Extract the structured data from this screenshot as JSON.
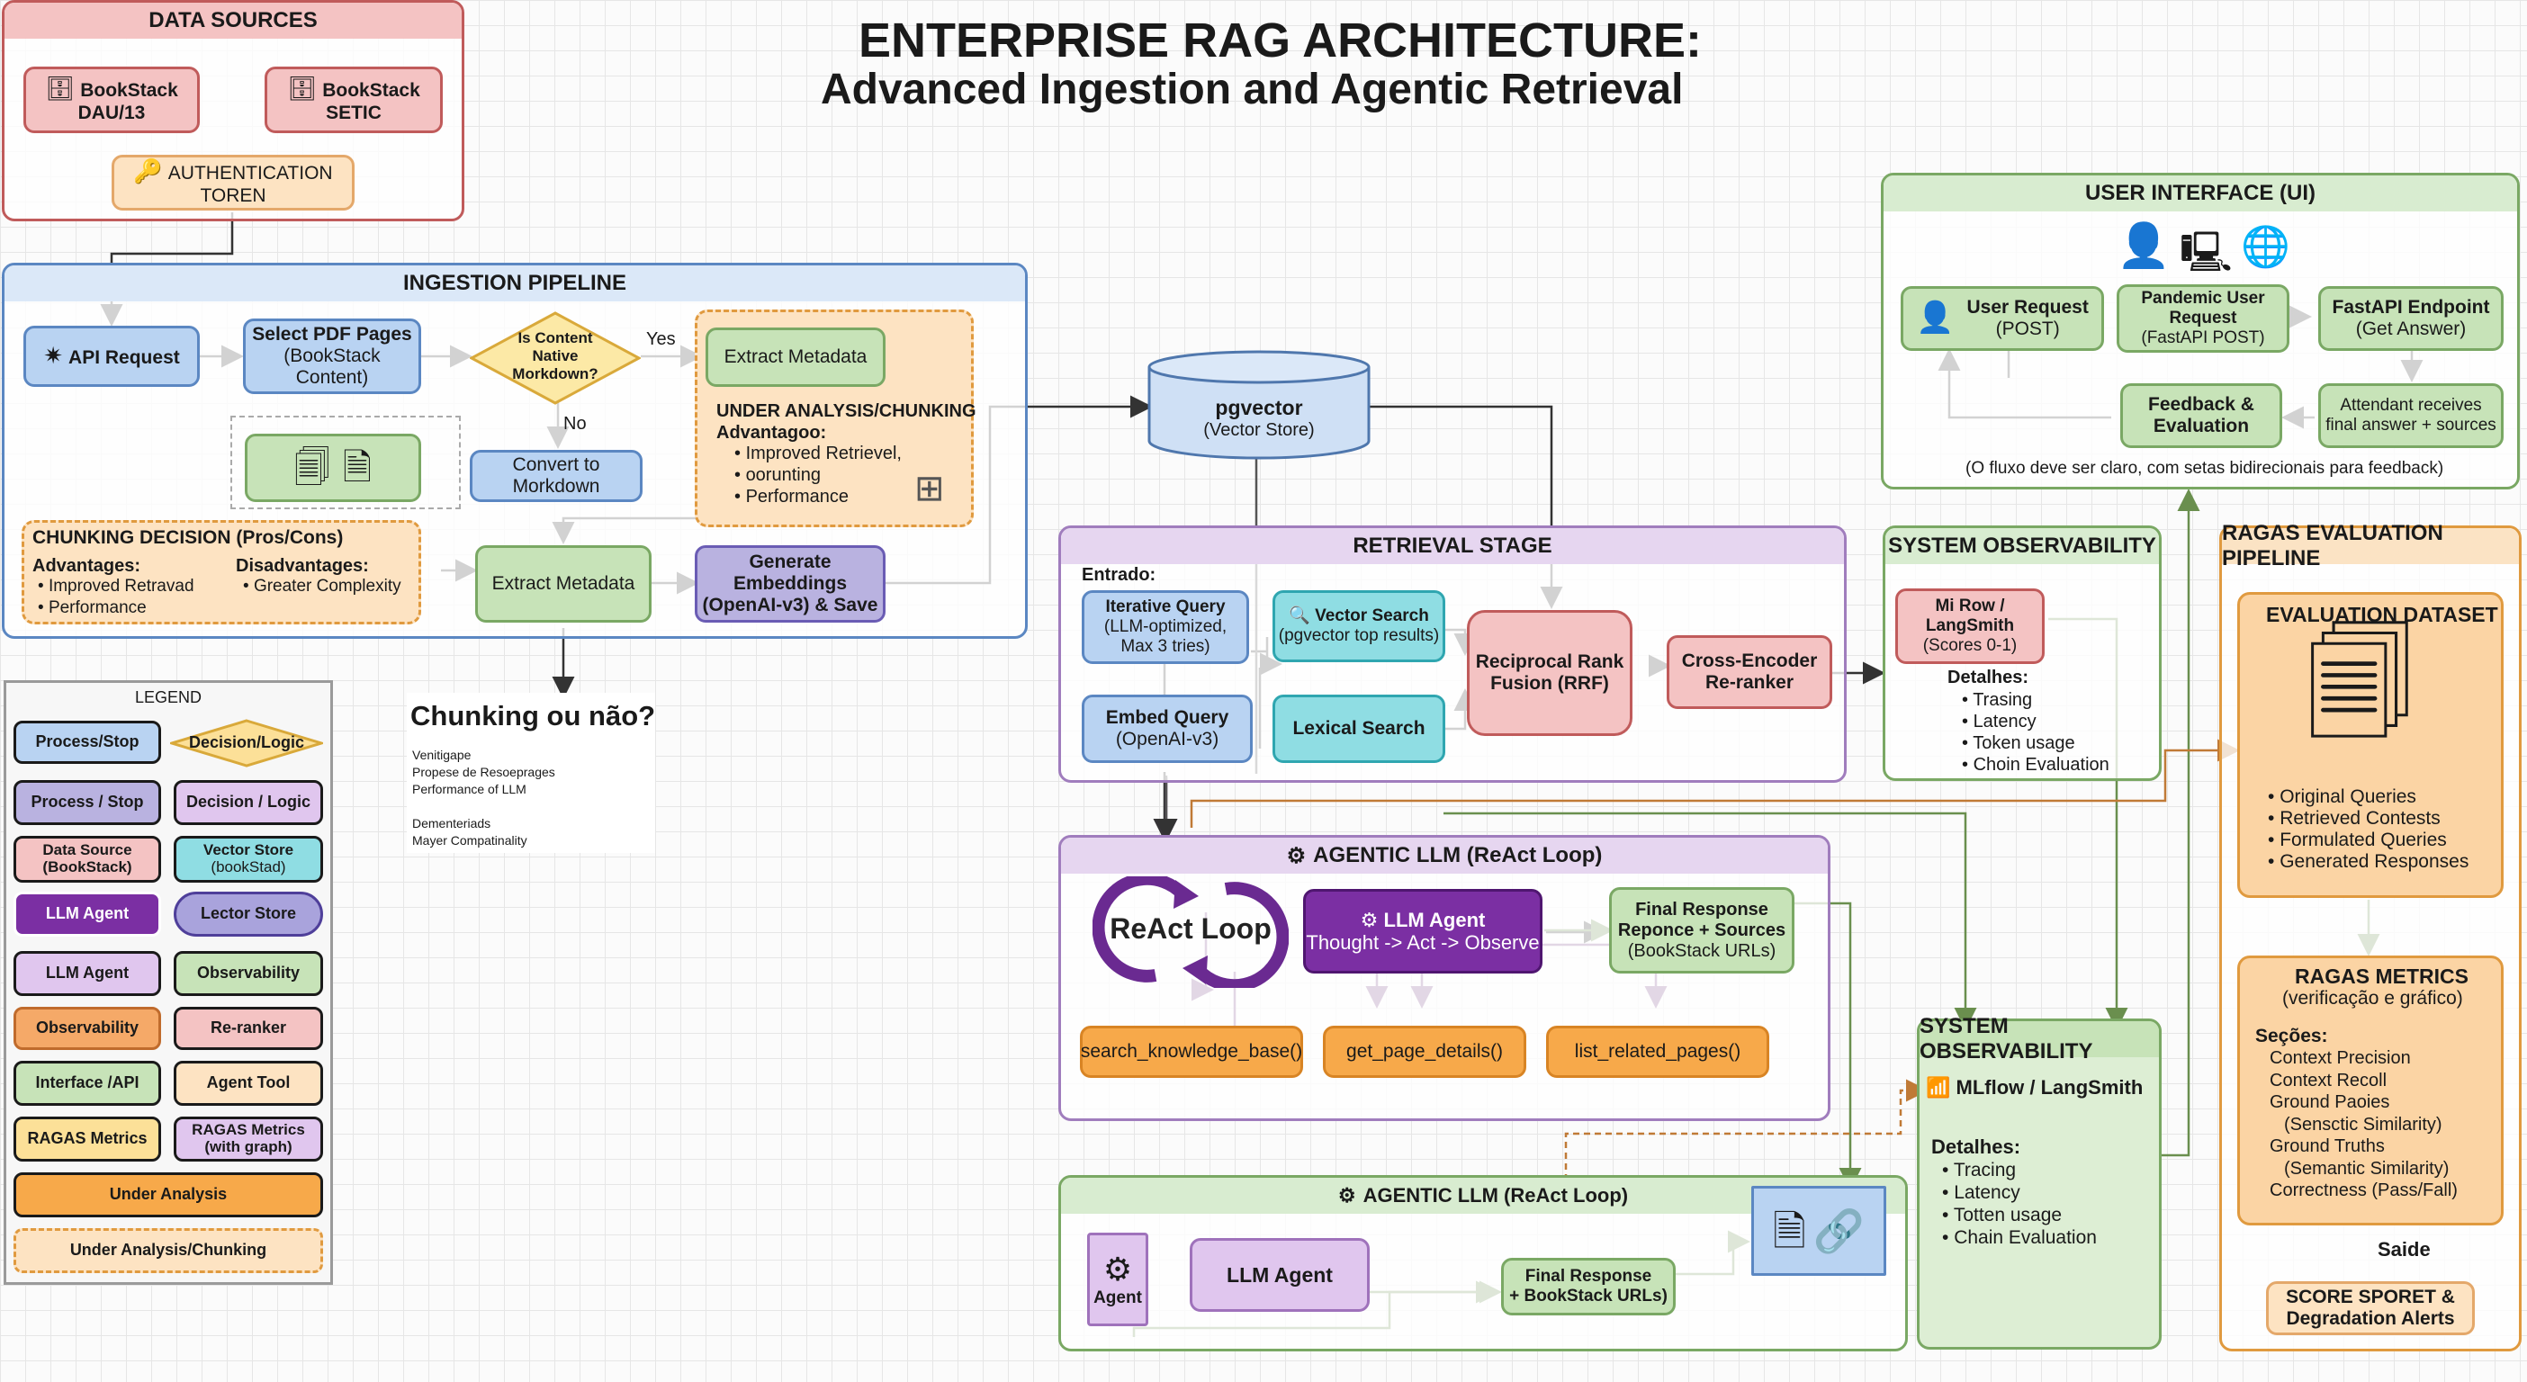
{
  "title": {
    "line1": "ENTERPRISE RAG ARCHITECTURE:",
    "line2": "Advanced Ingestion and Agentic Retrieval"
  },
  "data_sources": {
    "header": "DATA SOURCES",
    "bookstack_dau_l1": "BookStack",
    "bookstack_dau_l2": "DAU/13",
    "bookstack_setic_l1": "BookStack",
    "bookstack_setic_l2": "SETIC",
    "auth_l1": "AUTHENTICATION",
    "auth_l2": "TOREN"
  },
  "ingestion": {
    "header": "INGESTION PIPELINE",
    "api_request": "API Request",
    "select_pdf_l1": "Select PDF Pages",
    "select_pdf_l2": "(BookStack Content)",
    "decision_l1": "Is Content",
    "decision_l2": "Native",
    "decision_l3": "Morkdown?",
    "yes": "Yes",
    "no": "No",
    "convert_markdown": "Convert to Morkdown",
    "extract_metadata_top": "Extract Metadata",
    "analysis_title": "UNDER ANALYSIS/CHUNKING",
    "analysis_sub": "Advantagoo:",
    "analysis_items": [
      "Improved Retrievel,",
      "oorunting",
      "Performance"
    ],
    "chunking_title": "CHUNKING DECISION (Pros/Cons)",
    "advantages_label": "Advantages:",
    "advantages_items": [
      "Improved Retravad",
      "Performance"
    ],
    "disadvantages_label": "Disadvantages:",
    "disadvantages_items": [
      "Greater Complexity"
    ],
    "extract_metadata": "Extract Metadata",
    "embed_l1": "Generate Embeddings",
    "embed_l2": "(OpenAI-v3) & Save"
  },
  "chunking_note": {
    "title": "Chunking ou não?",
    "lines": [
      "Venitigape",
      "Propese de Resoeprages",
      "Performance of LLM",
      "",
      "Dementeriads",
      "Mayer Compatinality"
    ]
  },
  "pgvector": {
    "name": "pgvector",
    "sub": "(Vector Store)"
  },
  "ui": {
    "header": "USER INTERFACE (UI)",
    "user_request_l1": "User Request",
    "user_request_l2": "(POST)",
    "pandemic_l1": "Pandemic User",
    "pandemic_l2": "Request",
    "pandemic_l3": "(FastAPI POST)",
    "fastapi_l1": "FastAPI Endpoint",
    "fastapi_l2": "(Get Answer)",
    "feedback_l1": "Feedback &",
    "feedback_l2": "Evaluation",
    "attendant_l1": "Attendant receives",
    "attendant_l2": "final answer + sources",
    "note": "(O fluxo deve ser claro, com setas bidirecionais para feedback)"
  },
  "retrieval": {
    "header": "RETRIEVAL STAGE",
    "entrado": "Entrado:",
    "iter_l1": "Iterative Query",
    "iter_l2": "(LLM-optimized,",
    "iter_l3": "Max 3 tries)",
    "embed_query_l1": "Embed Query",
    "embed_query_l2": "(OpenAI-v3)",
    "vector_search_l1": "Vector Search",
    "vector_search_l2": "(pgvector top results)",
    "lexical": "Lexical Search",
    "rrf_l1": "Reciprocal Rank",
    "rrf_l2": "Fusion (RRF)",
    "rerank_l1": "Cross-Encoder",
    "rerank_l2": "Re-ranker"
  },
  "sysobs1": {
    "header": "SYSTEM OBSERVABILITY",
    "box_l1": "Mi Row /",
    "box_l2": "LangSmith",
    "box_l3": "(Scores 0-1)",
    "details": "Detalhes:",
    "items": [
      "Trasing",
      "Latency",
      "Token usage",
      "Choin Evaluation"
    ]
  },
  "ragas": {
    "header": "RAGAS EVALUATION PIPELINE",
    "dataset_title": "EVALUATION DATASET",
    "dataset_items": [
      "Original Queries",
      "Retrieved Contests",
      "Formulated Queries",
      "Generated Responses"
    ],
    "metrics_title": "RAGAS METRICS",
    "metrics_sub": "(verificação e gráfico)",
    "secoes": "Seções:",
    "metrics_items": [
      "Context Precision",
      "Context Recoll",
      "Ground Paoies",
      "(Sensctic Similarity)",
      "Ground Truths",
      "(Semantic Similarity)",
      "Correctness (Pass/Fall)"
    ],
    "saide": "Saide",
    "score_l1": "SCORE SPORET &",
    "score_l2": "Degradation Alerts"
  },
  "agentic1": {
    "header": "AGENTIC LLM (ReAct Loop)",
    "react": "ReAct Loop",
    "agent_l1": "LLM Agent",
    "agent_l2": "Thought -> Act -> Observe",
    "final_l1": "Final Response",
    "final_l2": "Reponce + Sources",
    "final_l3": "(BookStack URLs)",
    "tool1": "search_knowledge_base()",
    "tool2": "get_page_details()",
    "tool3": "list_related_pages()"
  },
  "sysobs2": {
    "header": "SYSTEM OBSERVABILITY",
    "mlflow": "MLflow / LangSmith",
    "details": "Detalhes:",
    "items": [
      "Tracing",
      "Latency",
      "Totten usage",
      "Chain Evaluation"
    ]
  },
  "agentic2": {
    "header": "AGENTIC LLM (ReAct Loop)",
    "agent": "Agent",
    "llm_agent": "LLM Agent",
    "final_l1": "Final Response",
    "final_l2": "+ BookStack URLs)"
  },
  "legend": {
    "title": "LEGEND",
    "items": [
      "Process/Stop",
      "Decision/Logic",
      "Process / Stop",
      "Decision / Logic",
      "Data Source",
      "(BookStack)",
      "Vector Store",
      "(bookStad)",
      "LLM Agent",
      "Lector Store",
      "LLM Agent",
      "Observability",
      "Observability",
      "Re-ranker",
      "Interface /API",
      "Agent Tool",
      "RAGAS Metrics",
      "RAGAS Metrics",
      "(with graph)",
      "Under Analysis",
      "Under Analysis/Chunking"
    ]
  },
  "colors": {
    "blue": "#b9d3f2",
    "green": "#c7e3b8",
    "red": "#f4c3c3",
    "orange": "#fbd4a4",
    "purple": "#7b2fa3",
    "teal": "#8fdde3",
    "yellow": "#fce098"
  }
}
